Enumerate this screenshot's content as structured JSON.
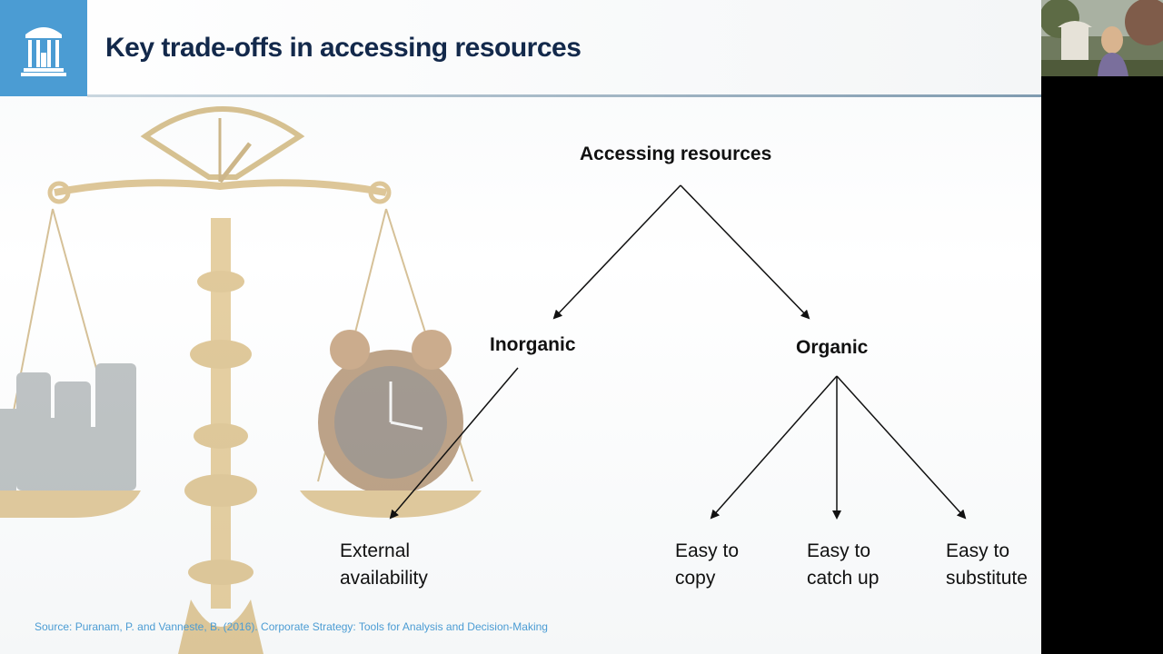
{
  "slide": {
    "title": "Key trade-offs in accessing resources",
    "source": "Source: Puranam, P. and Vanneste, B. (2016). Corporate Strategy: Tools for Analysis and Decision-Making"
  },
  "tree": {
    "root": "Accessing resources",
    "inorganic": "Inorganic",
    "organic": "Organic",
    "leaves": {
      "external_line1": "External",
      "external_line2": "availability",
      "copy_line1": "Easy to",
      "copy_line2": "copy",
      "catchup_line1": "Easy to",
      "catchup_line2": "catch up",
      "substitute_line1": "Easy to",
      "substitute_line2": "substitute"
    }
  },
  "colors": {
    "brand_blue": "#4b9cd3",
    "title_navy": "#13294b"
  },
  "icons": {
    "logo": "old-well-logo-icon",
    "illustration": "balance-scale-illustration"
  }
}
